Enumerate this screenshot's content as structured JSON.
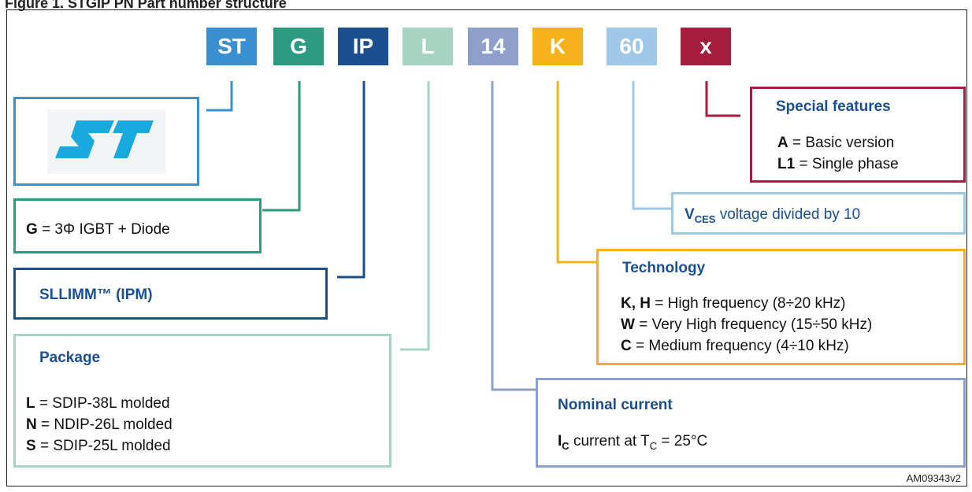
{
  "caption": "Figure 1. STGIP PN Part number structure",
  "code": [
    {
      "text": "ST",
      "color": "#3a8fd0"
    },
    {
      "text": "G",
      "color": "#2d9b82"
    },
    {
      "text": "IP",
      "color": "#1c4f8f"
    },
    {
      "text": "L",
      "color": "#a7d3c3"
    },
    {
      "text": "14",
      "color": "#8f9fcb"
    },
    {
      "text": "K",
      "color": "#f5b21b"
    },
    {
      "text": "60",
      "color": "#9fc8e6"
    },
    {
      "text": "x",
      "color": "#a41d3d"
    }
  ],
  "logo": {
    "text": "ST"
  },
  "g_box": {
    "key": "G",
    "text": "= 3Φ IGBT + Diode"
  },
  "ip_box": {
    "text": "SLLIMM™ (IPM)"
  },
  "package": {
    "title": "Package",
    "items": [
      {
        "key": "L",
        "text": "=  SDIP-38L molded"
      },
      {
        "key": "N",
        "text": "=  NDIP-26L molded"
      },
      {
        "key": "S",
        "text": "=  SDIP-25L molded"
      }
    ]
  },
  "special": {
    "title": "Special features",
    "items": [
      {
        "key": "A",
        "text": "=  Basic version"
      },
      {
        "key": "L1",
        "text": "=  Single phase"
      }
    ]
  },
  "vces": {
    "symbol": "V",
    "sub": "CES",
    "text": " voltage divided by 10"
  },
  "technology": {
    "title": "Technology",
    "items": [
      {
        "key": "K, H",
        "text": "= High frequency (8÷20 kHz)"
      },
      {
        "key": "W",
        "text": "= Very High frequency (15÷50 kHz)"
      },
      {
        "key": "C",
        "text": "= Medium frequency (4÷10 kHz)"
      }
    ]
  },
  "current": {
    "title": "Nominal current",
    "symbol": "I",
    "sub": "C",
    "text": " current at T",
    "tsub": "C",
    "tail": " = 25°C"
  },
  "ref": "AM09343v2"
}
